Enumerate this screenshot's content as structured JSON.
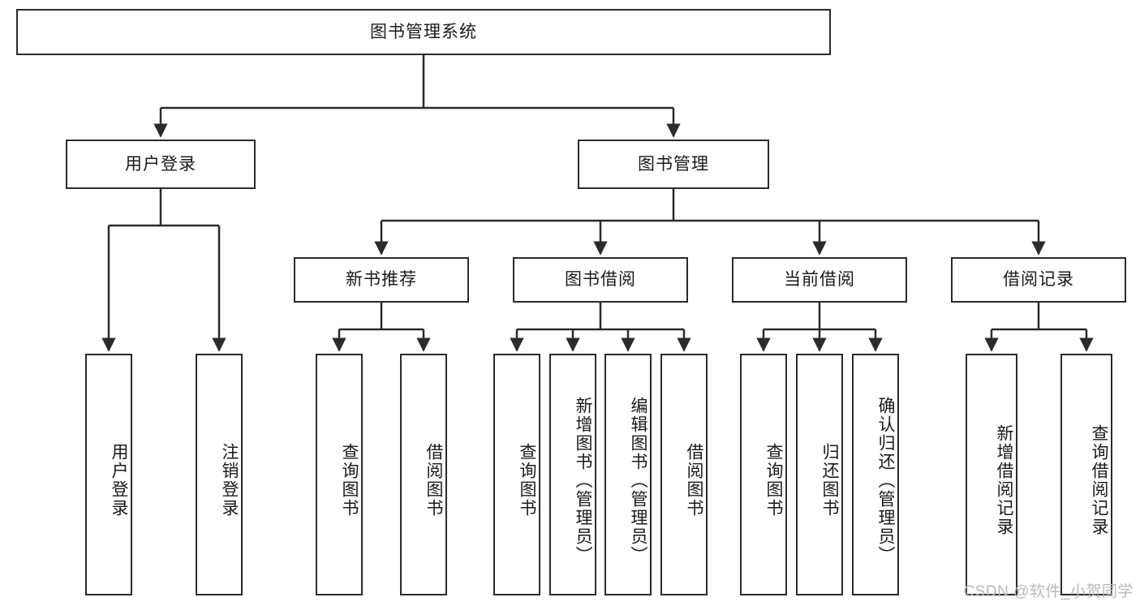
{
  "diagram": {
    "title": "图书管理系统",
    "type": "hierarchy-tree",
    "watermark": "CSDN @软件_小贺同学",
    "colors": {
      "box_border": "#2b2b2b",
      "box_fill": "#ffffff",
      "edge": "#2b2b2b",
      "text": "#1a1a1a",
      "watermark": "#b9b9b9",
      "background": "#ffffff"
    },
    "nodes": {
      "root": {
        "label": "图书管理系统"
      },
      "level2": [
        {
          "id": "user-login",
          "label": "用户登录"
        },
        {
          "id": "book-manage",
          "label": "图书管理"
        }
      ],
      "level3": [
        {
          "id": "new-book-rec",
          "label": "新书推荐"
        },
        {
          "id": "book-borrow",
          "label": "图书借阅"
        },
        {
          "id": "current-borrow",
          "label": "当前借阅"
        },
        {
          "id": "borrow-record",
          "label": "借阅记录"
        }
      ],
      "leaves": {
        "user-login": [
          {
            "id": "leaf-user-login",
            "label": "用户登录"
          },
          {
            "id": "leaf-logout",
            "label": "注销登录"
          }
        ],
        "new-book-rec": [
          {
            "id": "leaf-query-book-1",
            "label": "查询图书"
          },
          {
            "id": "leaf-borrow-book-1",
            "label": "借阅图书"
          }
        ],
        "book-borrow": [
          {
            "id": "leaf-query-book-2",
            "label": "查询图书"
          },
          {
            "id": "leaf-add-book",
            "label": "新增图书（管理员）"
          },
          {
            "id": "leaf-edit-book",
            "label": "编辑图书（管理员）"
          },
          {
            "id": "leaf-borrow-book-2",
            "label": "借阅图书"
          }
        ],
        "current-borrow": [
          {
            "id": "leaf-query-book-3",
            "label": "查询图书"
          },
          {
            "id": "leaf-return-book",
            "label": "归还图书"
          },
          {
            "id": "leaf-confirm-return",
            "label": "确认归还（管理员）"
          }
        ],
        "borrow-record": [
          {
            "id": "leaf-add-record",
            "label": "新增借阅记录"
          },
          {
            "id": "leaf-query-record",
            "label": "查询借阅记录"
          }
        ]
      }
    }
  }
}
